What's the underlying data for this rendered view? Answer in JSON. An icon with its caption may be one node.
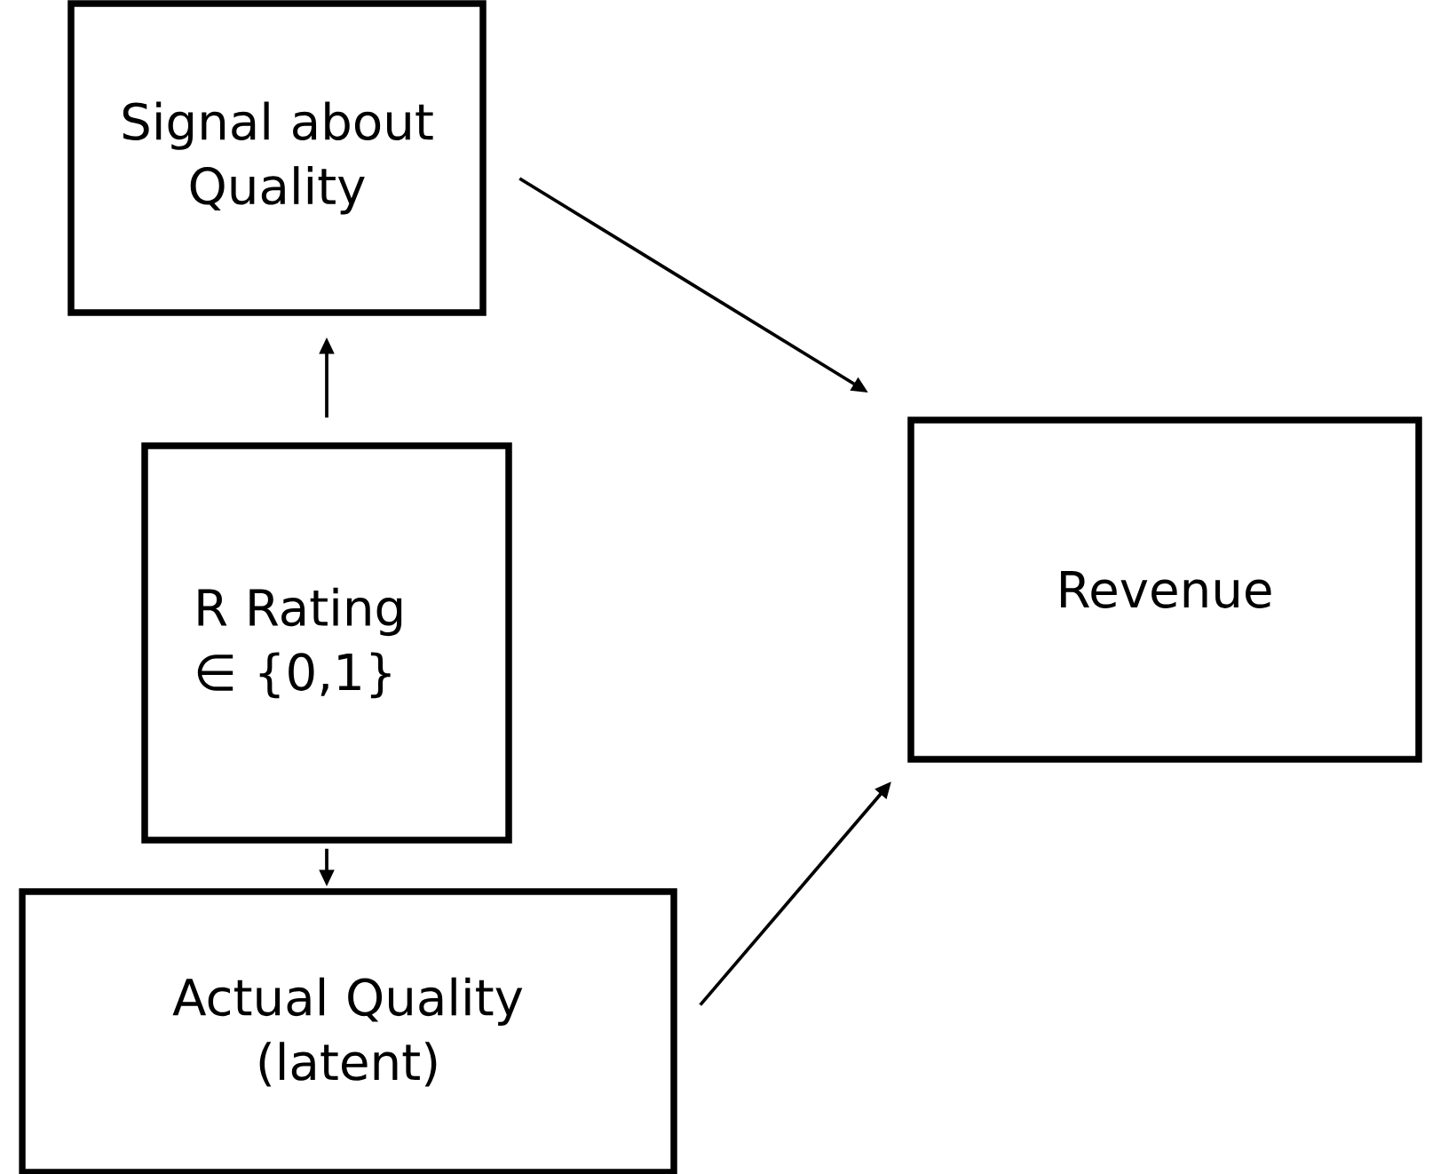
{
  "diagram": {
    "nodes": [
      {
        "text": [
          "Signal about Quality"
        ]
      },
      {
        "text": [
          "R Rating ∈ {0,1}"
        ]
      },
      {
        "text": [
          "Actual Quality (latent)"
        ]
      },
      {
        "text": [
          "Revenue"
        ]
      }
    ],
    "edges": [
      {
        "from": 1,
        "to": 0,
        "arrow": "to"
      },
      {
        "from": 1,
        "to": 2,
        "arrow": "to"
      },
      {
        "from": 0,
        "to": 3,
        "arrow": "to"
      },
      {
        "from": 2,
        "to": 3,
        "arrow": "to"
      }
    ]
  }
}
